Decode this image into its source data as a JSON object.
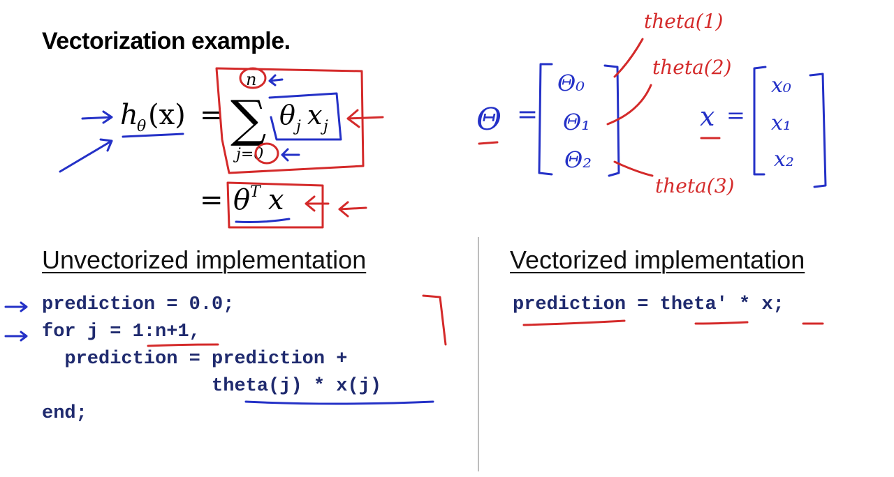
{
  "slide": {
    "title": "Vectorization example.",
    "equation": {
      "lhs": "h",
      "lhs_sub": "θ",
      "lhs_arg": "(x)",
      "equals": "=",
      "sum_symbol": "∑",
      "sum_upper": "n",
      "sum_lower": "j=0",
      "summand_theta": "θ",
      "summand_theta_sub": "j",
      "summand_x": "x",
      "summand_x_sub": "j",
      "second_equals": "=",
      "vector_theta": "θ",
      "vector_sup": "T",
      "vector_x": "x"
    },
    "vectors": {
      "theta_symbol": "Θ",
      "theta_equals": "=",
      "theta_entries": [
        "Θ₀",
        "Θ₁",
        "Θ₂"
      ],
      "x_symbol": "x",
      "x_equals": "=",
      "x_entries": [
        "x₀",
        "x₁",
        "x₂"
      ],
      "annotations": [
        "theta(1)",
        "theta(2)",
        "theta(3)"
      ]
    },
    "unvectorized": {
      "heading": "Unvectorized implementation",
      "lines": [
        "prediction = 0.0;",
        "for j = 1:n+1,",
        "  prediction = prediction +",
        "               theta(j) * x(j)",
        "end;"
      ]
    },
    "vectorized": {
      "heading": "Vectorized implementation",
      "lines": [
        "prediction = theta' * x;"
      ]
    },
    "colors": {
      "red_ink": "#d42a2a",
      "blue_ink": "#2431c7",
      "code_text": "#1f2a6e"
    }
  }
}
